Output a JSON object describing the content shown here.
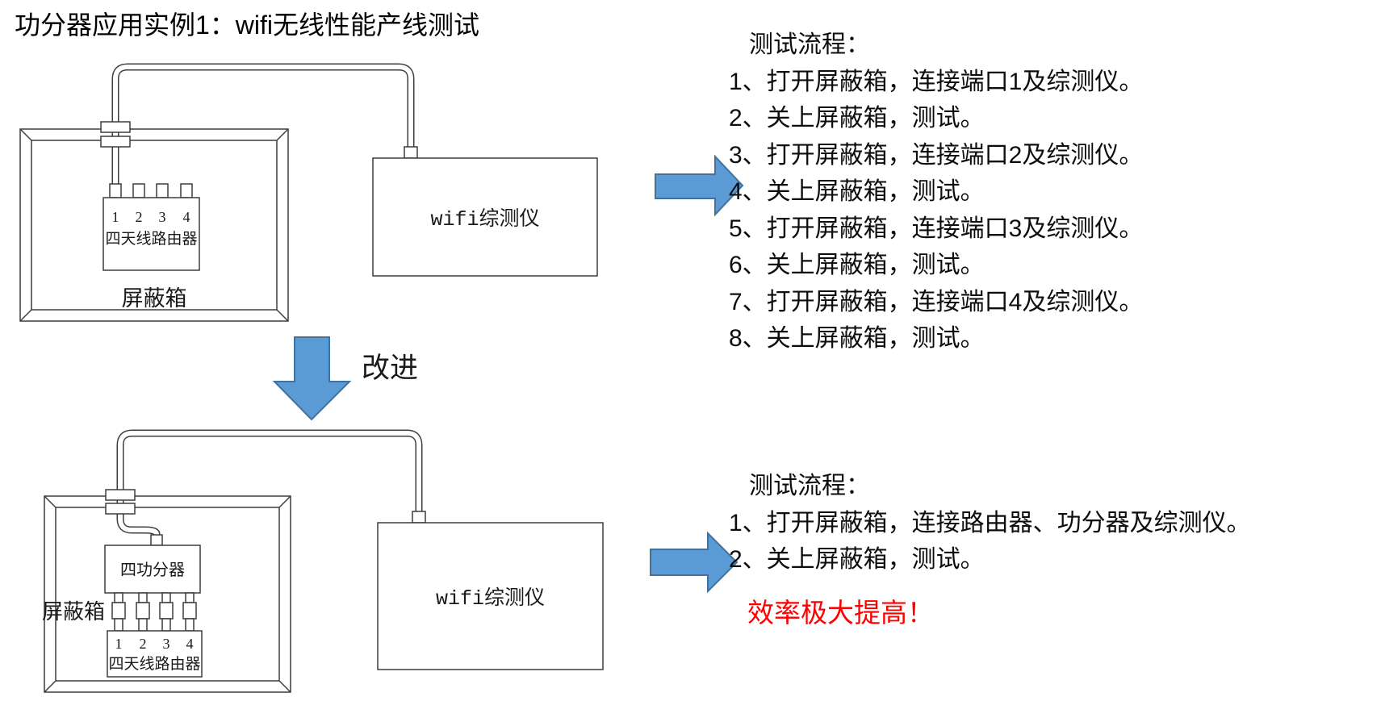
{
  "title": "功分器应用实例1：wifi无线性能产线测试",
  "colors": {
    "line": "#3d3d3d",
    "arrow_fill": "#5B9BD5",
    "arrow_border": "#41719C",
    "text": "#0d0d0d",
    "highlight": "#FF0000"
  },
  "improve_arrow_label": "改进",
  "top_diagram": {
    "shield_box_label": "屏蔽箱",
    "router_label": "四天线路由器",
    "router_ports": [
      "1",
      "2",
      "3",
      "4"
    ],
    "tester_label": "wifi综测仪"
  },
  "bottom_diagram": {
    "shield_box_label": "屏蔽箱",
    "divider_label": "四功分器",
    "router_label": "四天线路由器",
    "router_ports": [
      "1",
      "2",
      "3",
      "4"
    ],
    "tester_label": "wifi综测仪"
  },
  "top_procedure": {
    "heading": "测试流程：",
    "steps": [
      "1、打开屏蔽箱，连接端口1及综测仪。",
      "2、关上屏蔽箱，测试。",
      "3、打开屏蔽箱，连接端口2及综测仪。",
      "4、关上屏蔽箱，测试。",
      "5、打开屏蔽箱，连接端口3及综测仪。",
      "6、关上屏蔽箱，测试。",
      "7、打开屏蔽箱，连接端口4及综测仪。",
      "8、关上屏蔽箱，测试。"
    ]
  },
  "bottom_procedure": {
    "heading": "测试流程：",
    "steps": [
      "1、打开屏蔽箱，连接路由器、功分器及综测仪。",
      "2、关上屏蔽箱，测试。"
    ],
    "highlight": "效率极大提高！"
  }
}
